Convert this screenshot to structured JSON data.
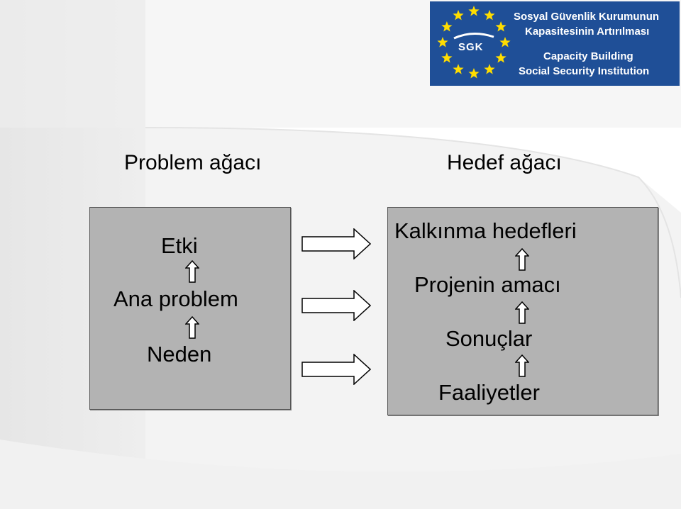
{
  "logo": {
    "title_line1": "Sosyal Güvenlik Kurumunun",
    "title_line2": "Kapasitesinin Artırılması",
    "subtitle_line1": "Capacity Building",
    "subtitle_line2": "Social Security Institution",
    "mark_text": "SGK",
    "bg_color": "#1f4f97",
    "star_color": "#ffdd00"
  },
  "problem_tree": {
    "heading": "Problem ağacı",
    "items": [
      "Etki",
      "Ana problem",
      "Neden"
    ]
  },
  "objective_tree": {
    "heading": "Hedef ağacı",
    "items": [
      "Kalkınma hedefleri",
      "Projenin amacı",
      "Sonuçlar",
      "Faaliyetler"
    ]
  },
  "colors": {
    "box_fill": "#b3b3b3",
    "background_shade": "#e6e6e6"
  }
}
